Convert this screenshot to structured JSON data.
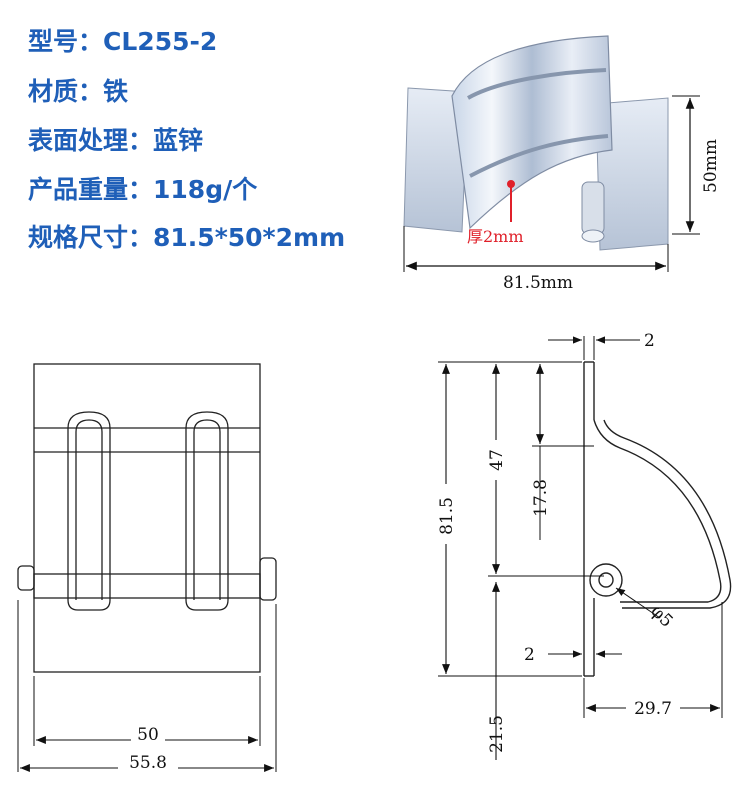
{
  "specs": [
    {
      "label": "型号：",
      "value": "CL255-2"
    },
    {
      "label": "材质：",
      "value": "铁"
    },
    {
      "label": "表面处理：",
      "value": "蓝锌"
    },
    {
      "label": "产品重量：",
      "value": "118g/个"
    },
    {
      "label": "规格尺寸：",
      "value": "81.5*50*2mm"
    }
  ],
  "photo": {
    "width_label": "81.5mm",
    "height_label": "50mm",
    "thickness_label": "厚2mm"
  },
  "front_view": {
    "dim_inner": "50",
    "dim_outer": "55.8"
  },
  "side_view": {
    "dim_top_thickness": "2",
    "dim_total_height": "81.5",
    "dim_upper": "47",
    "dim_curve": "17.8",
    "dim_bottom_thickness": "2",
    "dim_pin_dia": "φ5",
    "dim_lower": "21.5",
    "dim_width": "29.7"
  },
  "colors": {
    "spec_text": "#1f5fb8",
    "marker": "#e0202a"
  }
}
